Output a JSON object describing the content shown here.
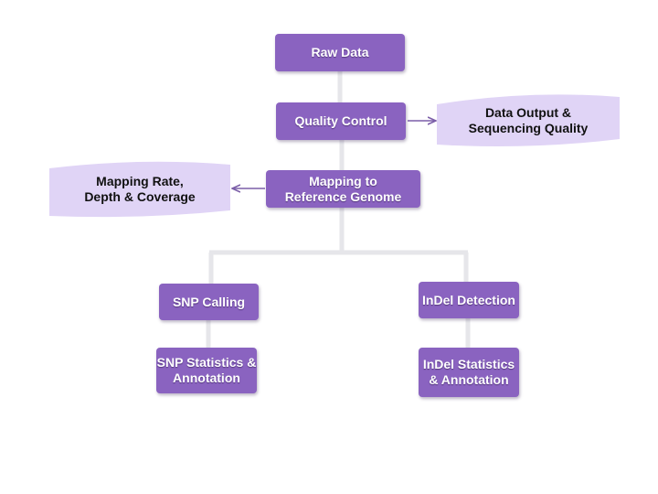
{
  "diagram": {
    "nodes": {
      "raw_data": "Raw Data",
      "quality_control": "Quality Control",
      "mapping": "Mapping to\nReference Genome",
      "snp_calling": "SNP Calling",
      "indel_detection": "InDel Detection",
      "snp_stats": "SNP Statistics &\nAnnotation",
      "indel_stats": "InDel Statistics\n& Annotation"
    },
    "notes": {
      "data_output": "Data Output &\nSequencing Quality",
      "mapping_rate": "Mapping Rate,\nDepth & Coverage"
    },
    "colors": {
      "node_fill": "#8a63c0",
      "note_fill": "#e0d4f6",
      "connector": "#e6e6ea",
      "side_arrow": "#7b5ea8"
    }
  }
}
